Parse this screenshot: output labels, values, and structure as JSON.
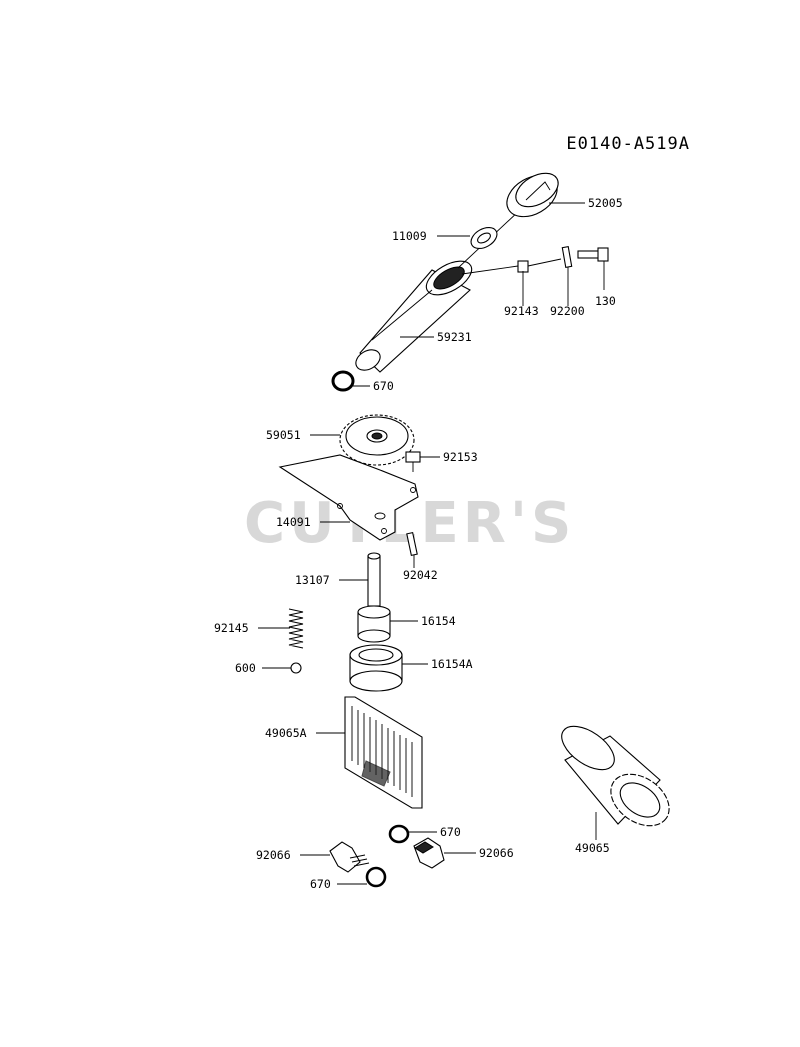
{
  "diagram": {
    "reference_code": "E0140-A519A",
    "watermark": "CUTLER'S",
    "part_labels": {
      "p52005": "52005",
      "p11009": "11009",
      "p92143": "92143",
      "p92200": "92200",
      "p130": "130",
      "p59231": "59231",
      "p670_a": "670",
      "p59051": "59051",
      "p92153": "92153",
      "p14091": "14091",
      "p13107": "13107",
      "p92042": "92042",
      "p92145": "92145",
      "p16154": "16154",
      "p600": "600",
      "p16154A": "16154A",
      "p49065A": "49065A",
      "p49065": "49065",
      "p670_b": "670",
      "p92066_a": "92066",
      "p92066_b": "92066",
      "p670_c": "670"
    }
  }
}
